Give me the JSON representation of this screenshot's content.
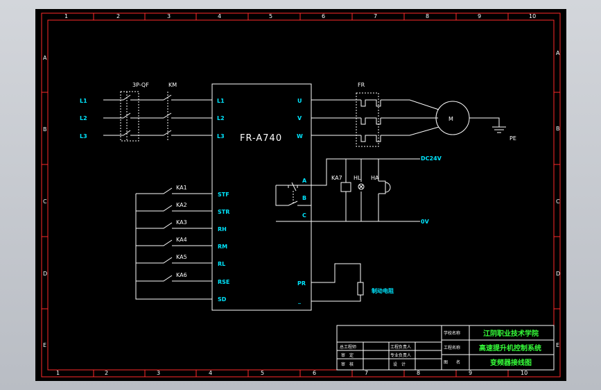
{
  "border": {
    "top_numbers": [
      "1",
      "2",
      "3",
      "4",
      "5",
      "6",
      "7",
      "8",
      "9",
      "10"
    ],
    "bottom_numbers": [
      "1",
      "2",
      "3",
      "4",
      "5",
      "6",
      "7",
      "8",
      "9",
      "10"
    ],
    "side_letters": [
      "A",
      "B",
      "C",
      "D",
      "E"
    ]
  },
  "power": {
    "lines": [
      "L1",
      "L2",
      "L3"
    ],
    "breaker": "3P-QF",
    "contactor": "KM",
    "relay": "FR",
    "motor": "M",
    "ground": "PE"
  },
  "inverter": {
    "model": "FR-A740",
    "inputs": [
      "L1",
      "L2",
      "L3"
    ],
    "outputs": [
      "U",
      "V",
      "W"
    ],
    "control_terminals": [
      "STF",
      "STR",
      "RH",
      "RM",
      "RL",
      "RSE",
      "SD"
    ],
    "relay_terminals": [
      "A",
      "B",
      "C"
    ],
    "brake_terminals": [
      "PR",
      "_"
    ]
  },
  "switches": [
    "KA1",
    "KA2",
    "KA3",
    "KA4",
    "KA5",
    "KA6"
  ],
  "aux": {
    "dc_label": "DC24V",
    "zero_label": "0V",
    "ka7": "KA7",
    "hl": "HL",
    "ha": "HA",
    "brake_resistor": "制动电阻"
  },
  "title_block": {
    "school_label": "学校名称",
    "school_value": "江阴职业技术学院",
    "project_label": "工程名称",
    "project_value": "高速提升机控制系统",
    "drawing_label": "图　　名",
    "drawing_value": "变频器接线图",
    "r1c1": "总工程师",
    "r1c2": "工程负责人",
    "r2c1": "审　定",
    "r2c2": "专业负责人",
    "r3c1": "审　核",
    "r3c2": "设　计"
  }
}
